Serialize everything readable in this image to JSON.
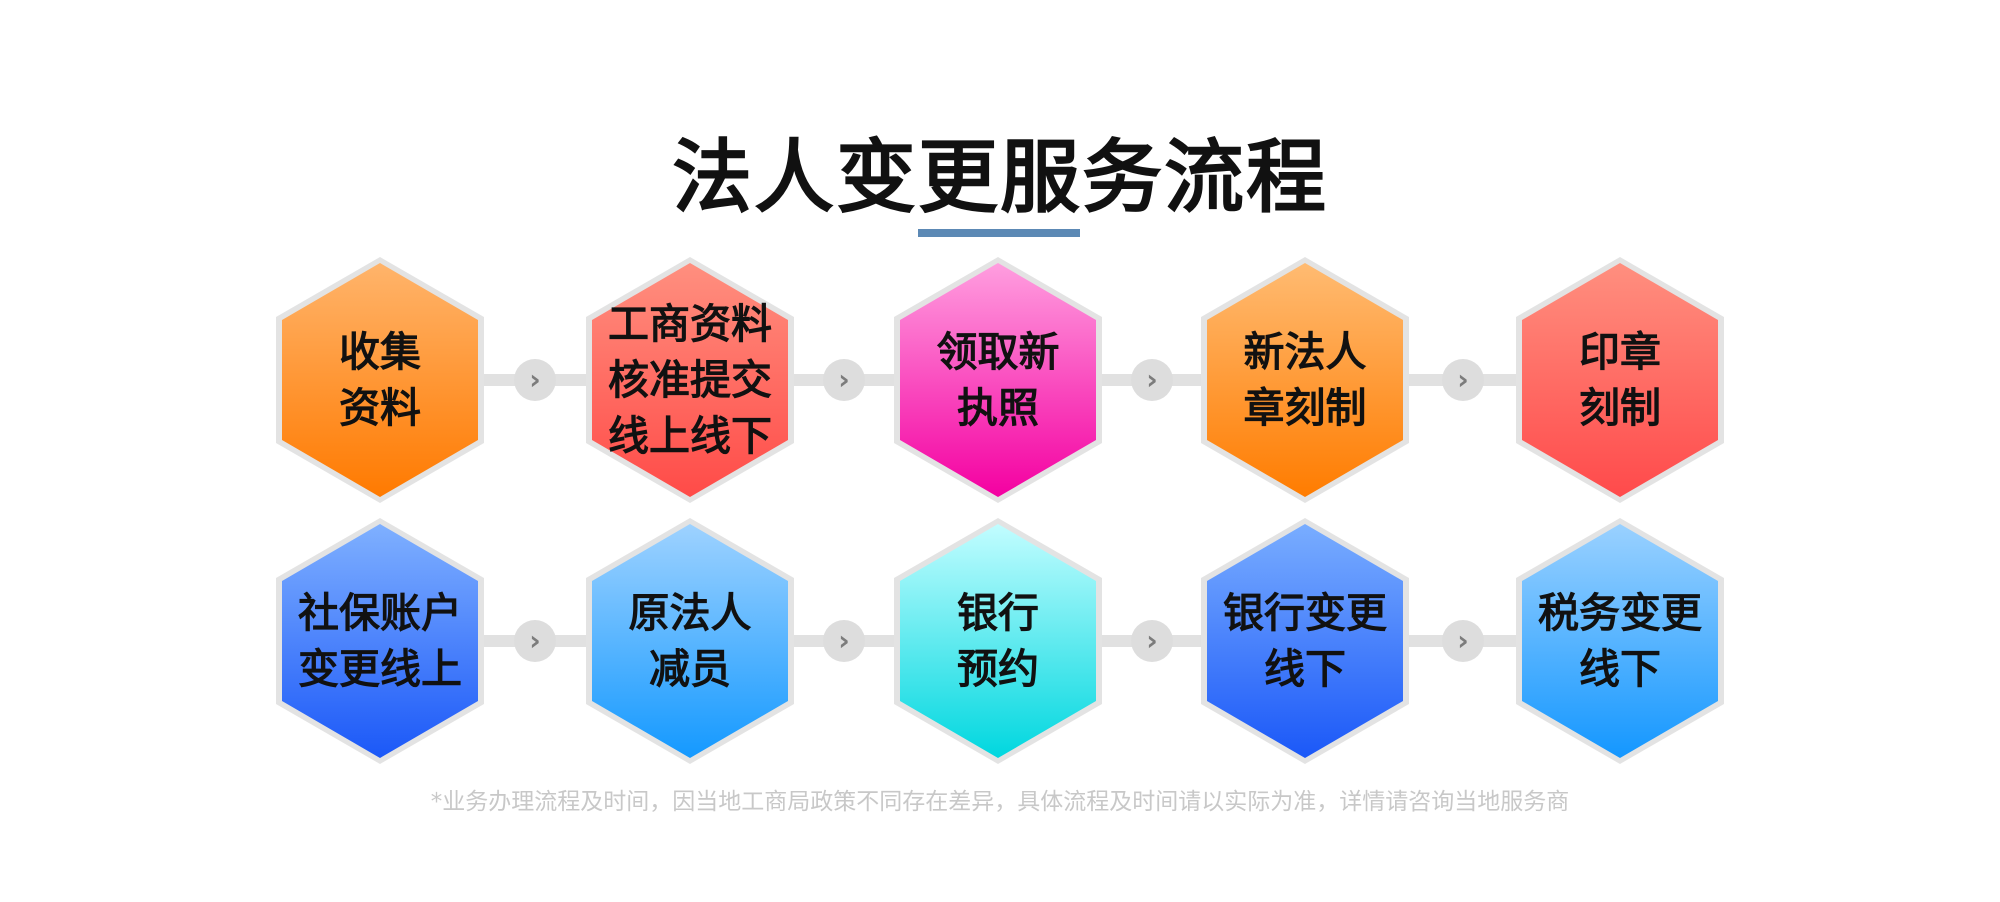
{
  "title": "法人变更服务流程",
  "rows": [
    {
      "steps": [
        {
          "lines": [
            "收集",
            "资料"
          ],
          "colors": [
            "#ffb46b",
            "#ff7a00"
          ]
        },
        {
          "lines": [
            "工商资料",
            "核准提交",
            "线上线下"
          ],
          "colors": [
            "#ff8f7f",
            "#ff4b48"
          ]
        },
        {
          "lines": [
            "领取新",
            "执照"
          ],
          "colors": [
            "#ff9edf",
            "#f400a1"
          ]
        },
        {
          "lines": [
            "新法人",
            "章刻制"
          ],
          "colors": [
            "#ffbb72",
            "#ff7c00"
          ]
        },
        {
          "lines": [
            "印章",
            "刻制"
          ],
          "colors": [
            "#ff8f7f",
            "#ff4a4b"
          ]
        }
      ]
    },
    {
      "steps": [
        {
          "lines": [
            "社保账户",
            "变更线上"
          ],
          "colors": [
            "#7fb0ff",
            "#1b58f8"
          ]
        },
        {
          "lines": [
            "原法人",
            "减员"
          ],
          "colors": [
            "#9ed2ff",
            "#1499ff"
          ]
        },
        {
          "lines": [
            "银行",
            "预约"
          ],
          "colors": [
            "#c2fdff",
            "#00d7df"
          ]
        },
        {
          "lines": [
            "银行变更",
            "线下"
          ],
          "colors": [
            "#79adff",
            "#1b58f8"
          ]
        },
        {
          "lines": [
            "税务变更",
            "线下"
          ],
          "colors": [
            "#9ad1ff",
            "#1497ff"
          ]
        }
      ]
    }
  ],
  "connector_icon": "chevron-right-icon",
  "note": "*业务办理流程及时间，因当地工商局政策不同存在差异，具体流程及时间请以实际为准，详情请咨询当地服务商"
}
